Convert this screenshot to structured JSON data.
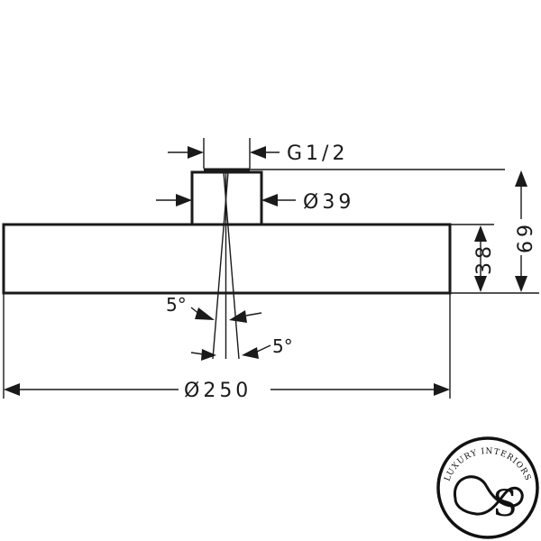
{
  "drawing": {
    "labels": {
      "thread": "G1/2",
      "connector_diameter": "Ø39",
      "height_body": "38",
      "height_total": "69",
      "angle_left": "5°",
      "angle_right": "5°",
      "diameter_total": "Ø250"
    }
  },
  "logo": {
    "text": "LUXURY INTERIORS",
    "monogram": "S"
  }
}
